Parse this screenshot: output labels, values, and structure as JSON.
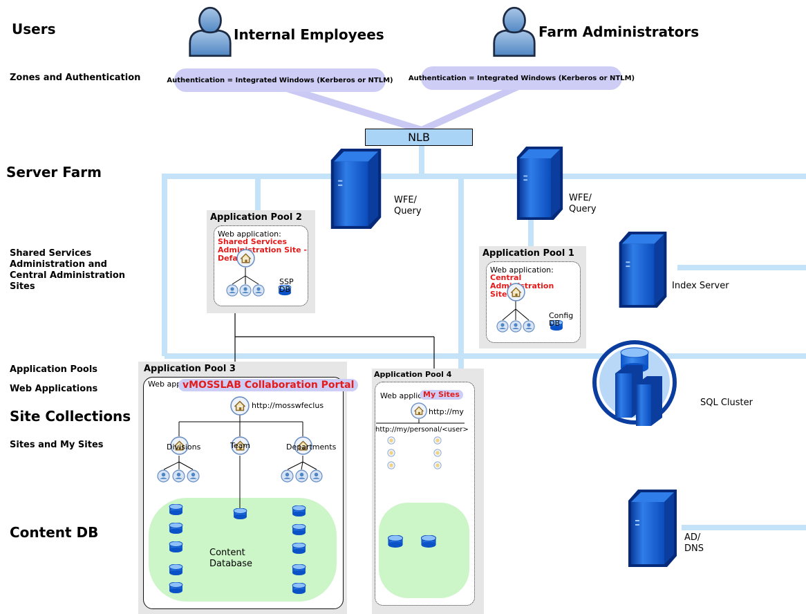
{
  "rows": {
    "users": "Users",
    "zones": "Zones and Authentication",
    "server_farm": "Server Farm",
    "shared_services": "Shared Services\nAdministration and\nCentral Administration\nSites",
    "app_pools": "Application Pools",
    "web_apps": "Web Applications",
    "site_collections": "Site Collections",
    "sites": "Sites and My Sites",
    "content_db": "Content DB"
  },
  "users": {
    "internal": "Internal Employees",
    "admins": "Farm Administrators"
  },
  "auth": {
    "left": "Authentication = Integrated Windows (Kerberos or NTLM)",
    "right": "Authentication = Integrated Windows (Kerberos or NTLM)"
  },
  "nlb": "NLB",
  "servers": {
    "wfe1": "WFE/\nQuery",
    "wfe2": "WFE/\nQuery",
    "index": "Index Server",
    "sql": "SQL Cluster",
    "ad": "AD/\nDNS"
  },
  "pool2": {
    "title": "Application Pool 2",
    "webapp": "Web application:",
    "name": "Shared Services\nAdministration Site -\nDefault",
    "db": "SSP\nDB"
  },
  "pool1": {
    "title": "Application Pool 1",
    "webapp": "Web application:",
    "name": "Central Administration\nSite",
    "db": "Config\nDB"
  },
  "pool3": {
    "title": "Application Pool 3",
    "webapp": "Web app",
    "name": "vMOSSLAB Collaboration Portal",
    "url": "http://mosswfeclus",
    "divisions": "Divisions",
    "team": "Team",
    "departments": "Departments",
    "content_db": "Content\nDatabase"
  },
  "pool4": {
    "title": "Application Pool 4",
    "webapp": "Web applic",
    "name": "My Sites",
    "url": "http://my",
    "personal": "http://my/personal/<user>"
  },
  "colors": {
    "pipe": "#c5e3f8",
    "pill": "#cdcdf5",
    "nlb": "#a9d4f5",
    "pool": "#e6e6e6",
    "db_green": "#ccf5c8",
    "server_blue": "#1e6fd9",
    "red": "#e31b1b"
  }
}
